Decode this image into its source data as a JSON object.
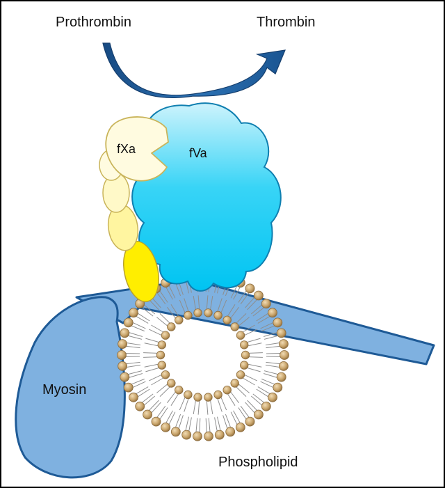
{
  "labels": {
    "prothrombin": "Prothrombin",
    "thrombin": "Thrombin",
    "fxa": "fXa",
    "fva": "fVa",
    "myosin": "Myosin",
    "phospholipid": "Phospholipid"
  },
  "colors": {
    "arrow": "#1f5b99",
    "myosin_fill": "#7fb1e0",
    "myosin_stroke": "#1e5a96",
    "fva_light": "#cdf3fc",
    "fva_dark": "#00c4f2",
    "fva_stroke": "#0f7fb0",
    "fxa_light": "#fffbe0",
    "fxa_dark": "#ffee00",
    "fxa_stroke": "#c9b45a",
    "lipid_head": "#c9a56c",
    "lipid_head_dark": "#9b7a45",
    "lipid_tail": "#8e8e8e"
  }
}
